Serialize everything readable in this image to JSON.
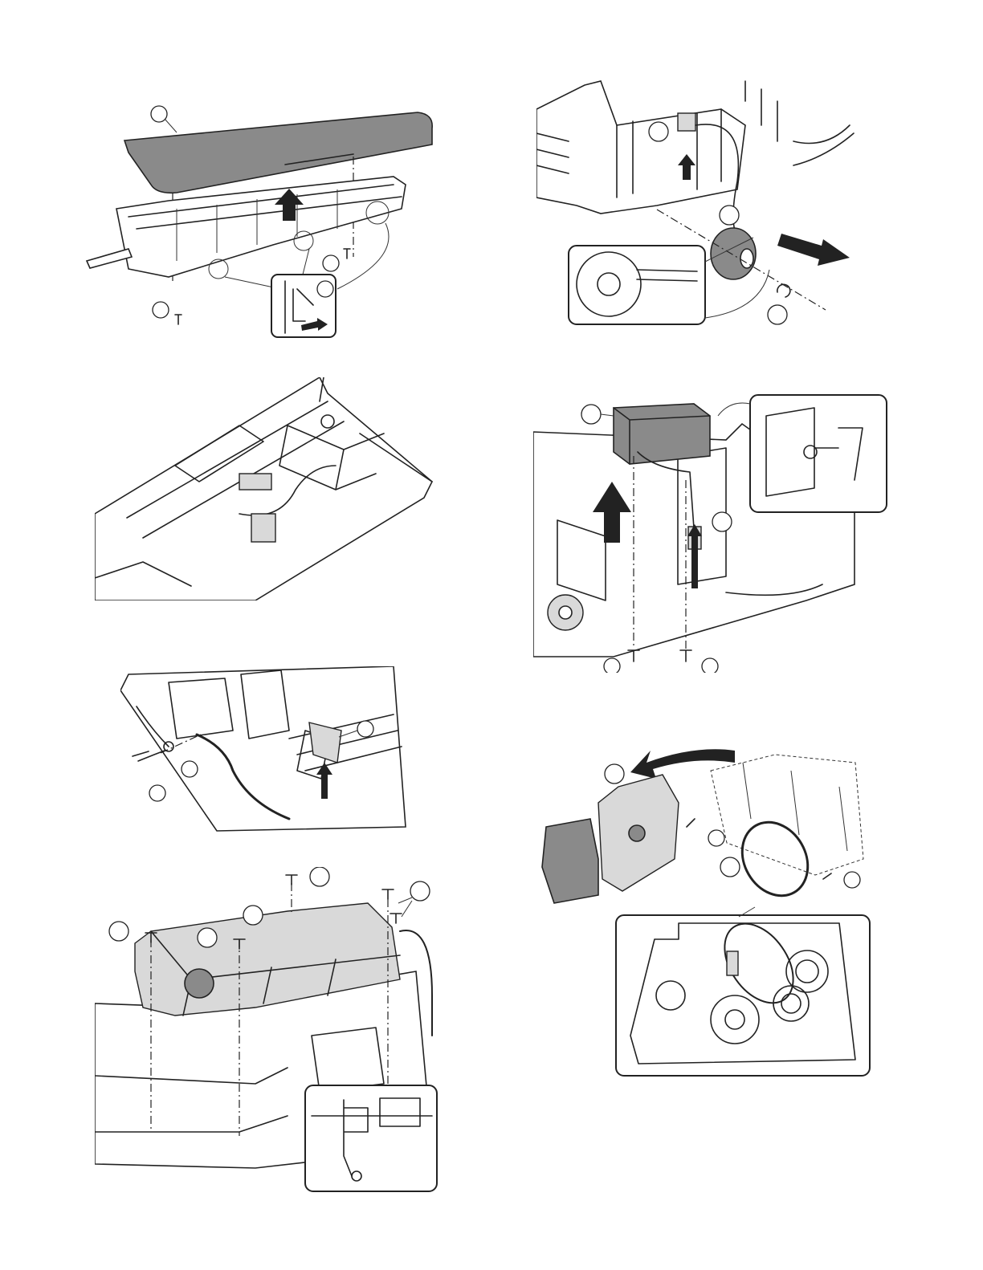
{
  "page": {
    "panels": [
      {
        "id": "top-cover-removal",
        "callouts": 4
      },
      {
        "id": "motor-unit-removal",
        "callouts": 3
      },
      {
        "id": "unit-interior-view",
        "callouts": 0
      },
      {
        "id": "solenoid-removal",
        "callouts": 4
      },
      {
        "id": "cable-screw-removal",
        "callouts": 3
      },
      {
        "id": "drive-plate-belt-removal",
        "callouts": 4
      },
      {
        "id": "paper-feed-unit-removal",
        "callouts": 5
      }
    ]
  }
}
